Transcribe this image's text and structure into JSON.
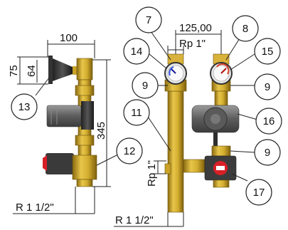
{
  "diagram": {
    "dimensions": {
      "width_100": "100",
      "height_75": "75",
      "height_64": "64",
      "height_345": "345",
      "spacing": "125,00",
      "thread_top": "Rp 1\"",
      "thread_side": "Rp 1\"",
      "outlet_left": "R 1 1/2\"",
      "outlet_right": "R 1 1/2\""
    },
    "callouts": [
      {
        "id": "c7",
        "label": "7"
      },
      {
        "id": "c8",
        "label": "8"
      },
      {
        "id": "c14",
        "label": "14"
      },
      {
        "id": "c15",
        "label": "15"
      },
      {
        "id": "c9a",
        "label": "9"
      },
      {
        "id": "c9b",
        "label": "9"
      },
      {
        "id": "c9c",
        "label": "9"
      },
      {
        "id": "c11",
        "label": "11"
      },
      {
        "id": "c16",
        "label": "16"
      },
      {
        "id": "c12",
        "label": "12"
      },
      {
        "id": "c13",
        "label": "13"
      },
      {
        "id": "c17",
        "label": "17"
      }
    ],
    "colors": {
      "brass": "#c9a227",
      "brass_dark": "#9a7a14",
      "pump_gray": "#6d6d6d",
      "handle_red": "#d81f26",
      "gauge_red": "#d4402a"
    }
  }
}
